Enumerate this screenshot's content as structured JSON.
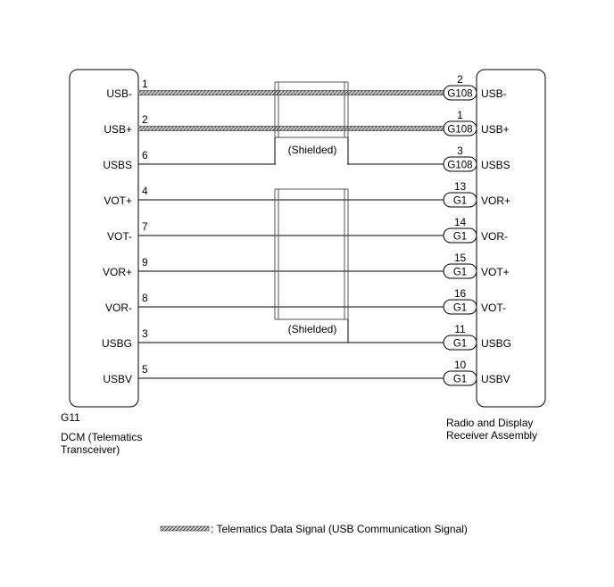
{
  "left_component": {
    "code": "G11",
    "name_lines": [
      "DCM (Telematics",
      "Transceiver)"
    ]
  },
  "right_component": {
    "name_lines": [
      "Radio and Display",
      "Receiver Assembly"
    ]
  },
  "shield_label": "(Shielded)",
  "legend": {
    "text": ": Telematics Data Signal (USB Communication Signal)"
  },
  "colors": {
    "line": "#000000",
    "shield": "#555555",
    "usb_signal": "#777777"
  },
  "wires": [
    {
      "left_label": "USB-",
      "left_pin": "1",
      "right_pin": "2",
      "connector": "G108",
      "right_label": "USB-",
      "usb_signal": true
    },
    {
      "left_label": "USB+",
      "left_pin": "2",
      "right_pin": "1",
      "connector": "G108",
      "right_label": "USB+",
      "usb_signal": true
    },
    {
      "left_label": "USBS",
      "left_pin": "6",
      "right_pin": "3",
      "connector": "G108",
      "right_label": "USBS",
      "usb_signal": false
    },
    {
      "left_label": "VOT+",
      "left_pin": "4",
      "right_pin": "13",
      "connector": "G1",
      "right_label": "VOR+",
      "usb_signal": false
    },
    {
      "left_label": "VOT-",
      "left_pin": "7",
      "right_pin": "14",
      "connector": "G1",
      "right_label": "VOR-",
      "usb_signal": false
    },
    {
      "left_label": "VOR+",
      "left_pin": "9",
      "right_pin": "15",
      "connector": "G1",
      "right_label": "VOT+",
      "usb_signal": false
    },
    {
      "left_label": "VOR-",
      "left_pin": "8",
      "right_pin": "16",
      "connector": "G1",
      "right_label": "VOT-",
      "usb_signal": false
    },
    {
      "left_label": "USBG",
      "left_pin": "3",
      "right_pin": "11",
      "connector": "G1",
      "right_label": "USBG",
      "usb_signal": false
    },
    {
      "left_label": "USBV",
      "left_pin": "5",
      "right_pin": "10",
      "connector": "G1",
      "right_label": "USBV",
      "usb_signal": false
    }
  ]
}
